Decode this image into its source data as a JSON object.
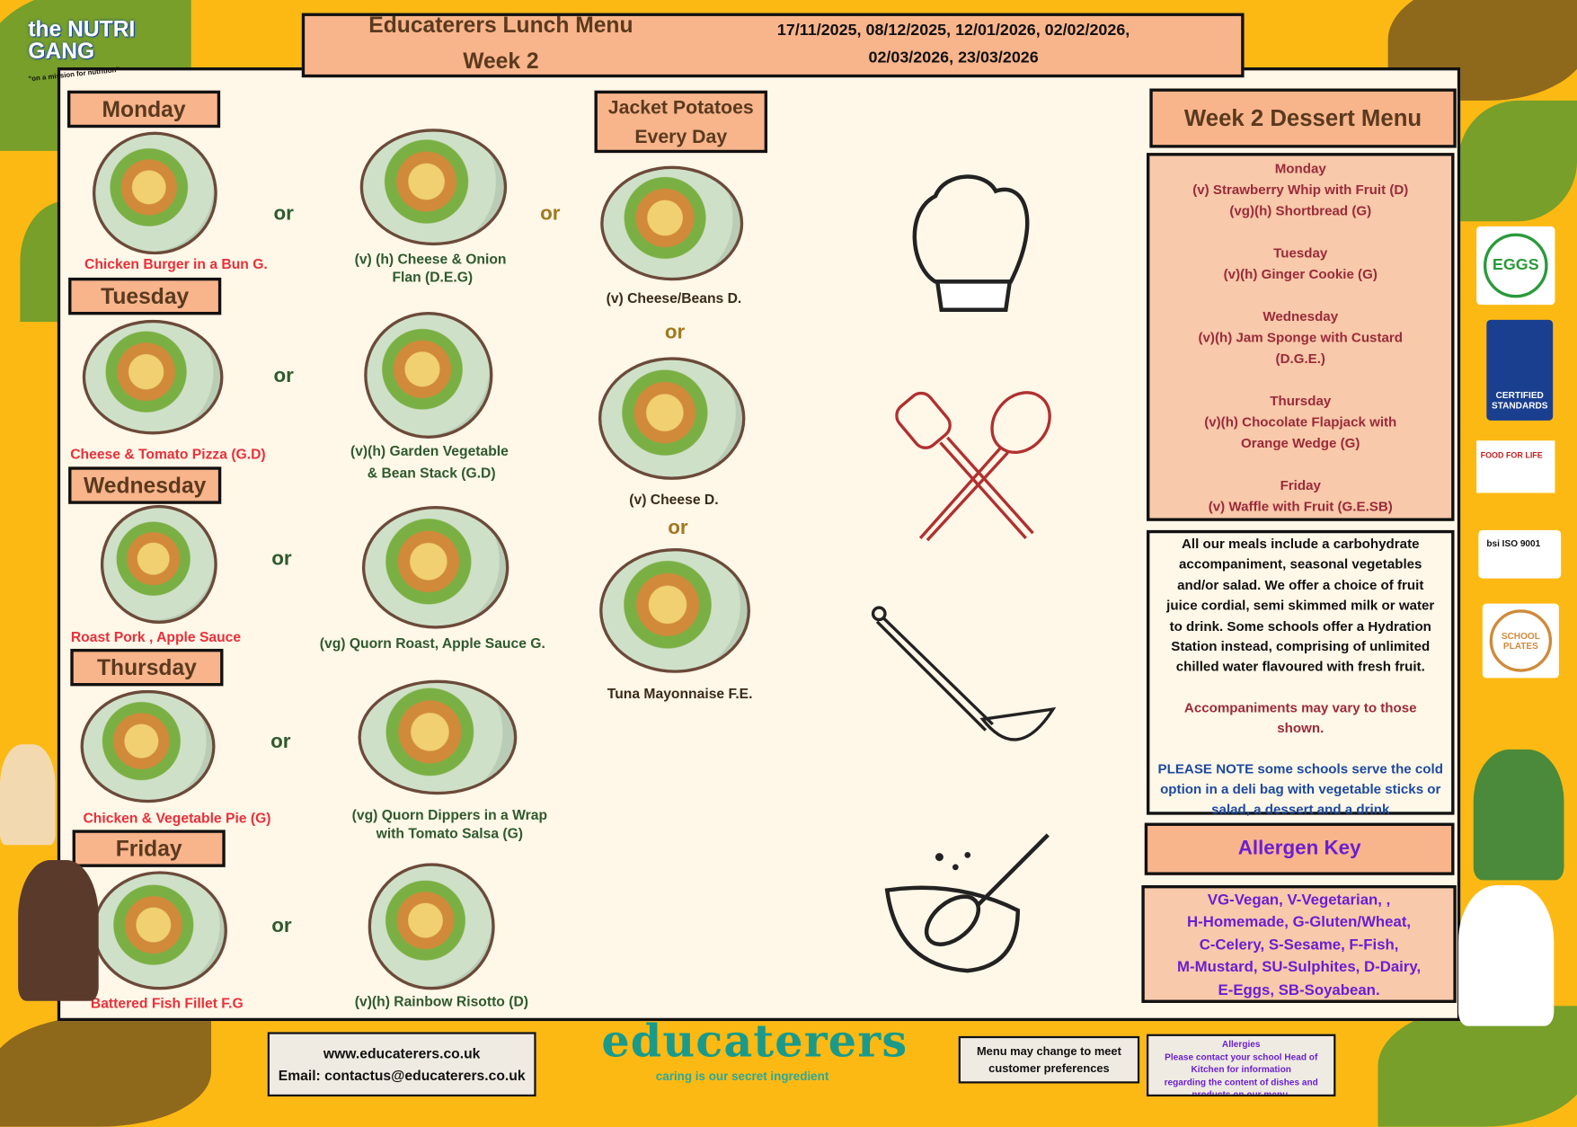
{
  "brand": {
    "logo_small": "the NUTRI GANG",
    "tagline": "\"on a mission for nutrition\"",
    "main_logo": "educaterers",
    "main_tagline": "caring is our secret ingredient"
  },
  "header": {
    "title": "Educaterers Lunch Menu",
    "week": "Week 2",
    "dates_line1": "17/11/2025, 08/12/2025, 12/01/2026, 02/02/2026,",
    "dates_line2": "02/03/2026, 23/03/2026"
  },
  "or_label": "or",
  "days": [
    {
      "name": "Monday",
      "main": "Chicken Burger in a Bun G.",
      "alt1": "(v) (h) Cheese & Onion",
      "alt2": "Flan (D.E.G)"
    },
    {
      "name": "Tuesday",
      "main": "Cheese & Tomato Pizza (G.D)",
      "alt1": "(v)(h) Garden Vegetable",
      "alt2": "& Bean Stack (G.D)"
    },
    {
      "name": "Wednesday",
      "main": "Roast Pork , Apple Sauce",
      "alt1": "(vg) Quorn Roast, Apple Sauce G.",
      "alt2": ""
    },
    {
      "name": "Thursday",
      "main": "Chicken & Vegetable Pie (G)",
      "alt1": "(vg) Quorn Dippers in a Wrap",
      "alt2": "with Tomato Salsa (G)"
    },
    {
      "name": "Friday",
      "main": "Battered Fish Fillet F.G",
      "alt1": "(v)(h) Rainbow Risotto (D)",
      "alt2": ""
    }
  ],
  "jacket": {
    "title1": "Jacket Potatoes",
    "title2": "Every Day",
    "options": [
      "(v) Cheese/Beans D.",
      "(v) Cheese D.",
      "Tuna Mayonnaise F.E."
    ]
  },
  "dessert": {
    "title": "Week 2 Dessert Menu",
    "days": [
      {
        "day": "Monday",
        "items": [
          "(v) Strawberry Whip with Fruit (D)",
          "(vg)(h) Shortbread (G)"
        ]
      },
      {
        "day": "Tuesday",
        "items": [
          "(v)(h) Ginger Cookie (G)"
        ]
      },
      {
        "day": "Wednesday",
        "items": [
          "(v)(h) Jam Sponge with Custard",
          "(D.G.E.)"
        ]
      },
      {
        "day": "Thursday",
        "items": [
          "(v)(h) Chocolate Flapjack with",
          "Orange Wedge (G)"
        ]
      },
      {
        "day": "Friday",
        "items": [
          "(v) Waffle with Fruit (G.E.SB)"
        ]
      }
    ]
  },
  "info": {
    "lines": [
      "All our meals include a carbohydrate",
      "accompaniment, seasonal vegetables",
      "and/or salad. We offer a choice of fruit",
      "juice cordial, semi skimmed milk or water",
      "to drink. Some schools offer a Hydration",
      "Station instead, comprising of unlimited",
      "chilled water flavoured with fresh fruit."
    ],
    "accomp": [
      "Accompaniments may vary to those",
      "shown."
    ],
    "note_bold": "PLEASE NOTE",
    "note": [
      " some schools serve the cold",
      "option in a deli bag with vegetable sticks or",
      "salad, a dessert and a drink"
    ]
  },
  "allergen": {
    "title": "Allergen Key",
    "lines": [
      "VG-Vegan, V-Vegetarian, ,",
      "H-Homemade, G-Gluten/Wheat,",
      "C-Celery, S-Sesame, F-Fish,",
      "M-Mustard, SU-Sulphites, D-Dairy,",
      "E-Eggs, SB-Soyabean."
    ]
  },
  "footer": {
    "website": "www.educaterers.co.uk",
    "email": "Email: contactus@educaterers.co.uk",
    "change1": "Menu may change to meet",
    "change2": "customer preferences",
    "allergies_title": "Allergies",
    "allergies": [
      "Please contact your school  Head of",
      "Kitchen for information",
      "regarding the content of dishes and",
      "products on our menu."
    ]
  },
  "certs": {
    "eggs": "EGGS",
    "red_tractor": "CERTIFIED STANDARDS",
    "food_for_life": "FOOD FOR LIFE",
    "bsi": "bsi ISO 9001",
    "proveg": "SCHOOL PLATES"
  },
  "colors": {
    "background": "#fdb913",
    "panel": "#fff7e8",
    "peach": "#f8b48b",
    "main_dish": "#e8303a",
    "alt_dish": "#2e5a2e",
    "dessert": "#9b2a3a",
    "allergen": "#6a1fd0"
  }
}
